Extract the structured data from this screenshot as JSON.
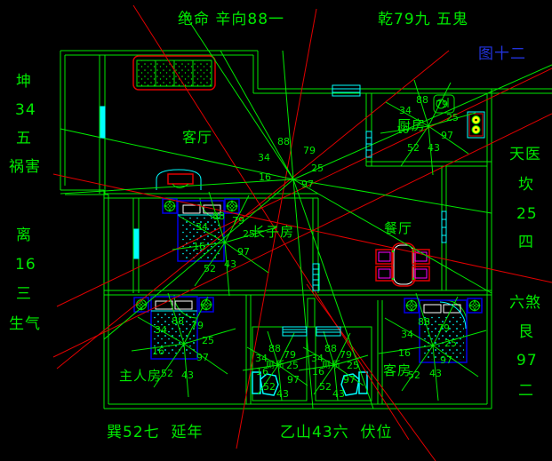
{
  "figure": {
    "caption": "图十二"
  },
  "compass_ring": {
    "top_left": "绝命 辛向88一",
    "top_right": "乾79九 五鬼",
    "left_top": [
      "坤",
      "34",
      "五",
      "祸害"
    ],
    "left_bottom": [
      "离",
      "16",
      "三",
      "生气"
    ],
    "right_top": [
      "天医",
      "坎",
      "25",
      "四"
    ],
    "right_bottom": [
      "六煞",
      "艮",
      "97",
      "二"
    ],
    "bottom_left": "巽52七  延年",
    "bottom_right": "乙山43六  伏位"
  },
  "rooms": {
    "living": {
      "label": "客厅"
    },
    "eldest_son": {
      "label": "长子房"
    },
    "dining": {
      "label": "餐厅"
    },
    "kitchen": {
      "label": "厨房"
    },
    "master": {
      "label": "主人房"
    },
    "guest": {
      "label": "客房"
    },
    "bath_left": {
      "label": "厕所"
    },
    "bath_right": {
      "label": "厕所"
    }
  },
  "wheel_numbers": {
    "n88": "88",
    "n79": "79",
    "n34": "34",
    "n25": "25",
    "n16": "16",
    "n97": "97",
    "n43": "43",
    "n52": "52"
  },
  "colors": {
    "line_green": "#00e800",
    "red_line": "#e00000",
    "cyan": "#00ffff",
    "bed_blue": "#0000e8",
    "chair_magenta": "#ff00ff",
    "burner_yellow": "#ffff00",
    "figure_blue": "#2233dd",
    "background": "#000000"
  }
}
